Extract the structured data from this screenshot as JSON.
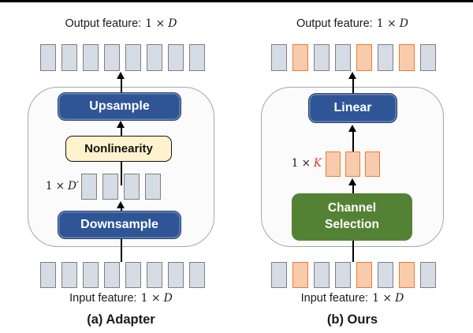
{
  "colors": {
    "top_rule": "#000000",
    "block_gray_fill": "#D6DCE5",
    "block_gray_border": "#7F7F7F",
    "block_orange_fill": "#F8CBAD",
    "block_orange_border": "#ED7D31",
    "button_blue": "#2F5597",
    "button_blue_border": "#24406F",
    "nonlinearity_fill": "#FFF2CC",
    "nonlinearity_border": "#141414",
    "green": "#548235",
    "container_border": "#A6A6A6",
    "container_fill": "#FBFBFC",
    "math_red": "#E0362C"
  },
  "panel_a": {
    "output_label": "Output feature:",
    "output_math_coeff": "1 ×",
    "output_math_var": "D",
    "output_blocks": [
      "gray",
      "gray",
      "gray",
      "gray",
      "gray",
      "gray",
      "gray",
      "gray"
    ],
    "box_upsample": "Upsample",
    "box_nonlinearity": "Nonlinearity",
    "mid_label_coeff": "1 ×",
    "mid_label_var": "D′",
    "mid_blocks": [
      "gray",
      "gray",
      "gray",
      "gray"
    ],
    "box_downsample": "Downsample",
    "input_blocks": [
      "gray",
      "gray",
      "gray",
      "gray",
      "gray",
      "gray",
      "gray",
      "gray"
    ],
    "input_label": "Input feature:",
    "input_math_coeff": "1 ×",
    "input_math_var": "D",
    "caption": "(a) Adapter"
  },
  "panel_b": {
    "output_label": "Output feature:",
    "output_math_coeff": "1 ×",
    "output_math_var": "D",
    "output_blocks": [
      "gray",
      "orange",
      "gray",
      "gray",
      "orange",
      "gray",
      "orange",
      "gray"
    ],
    "box_linear": "Linear",
    "mid_label_coeff": "1 ×",
    "mid_label_var": "K",
    "mid_blocks": [
      "orange",
      "orange",
      "orange"
    ],
    "box_channel_line1": "Channel",
    "box_channel_line2": "Selection",
    "input_blocks": [
      "gray",
      "orange",
      "gray",
      "gray",
      "orange",
      "gray",
      "orange",
      "gray"
    ],
    "input_label": "Input feature:",
    "input_math_coeff": "1 ×",
    "input_math_var": "D",
    "caption": "(b) Ours"
  }
}
